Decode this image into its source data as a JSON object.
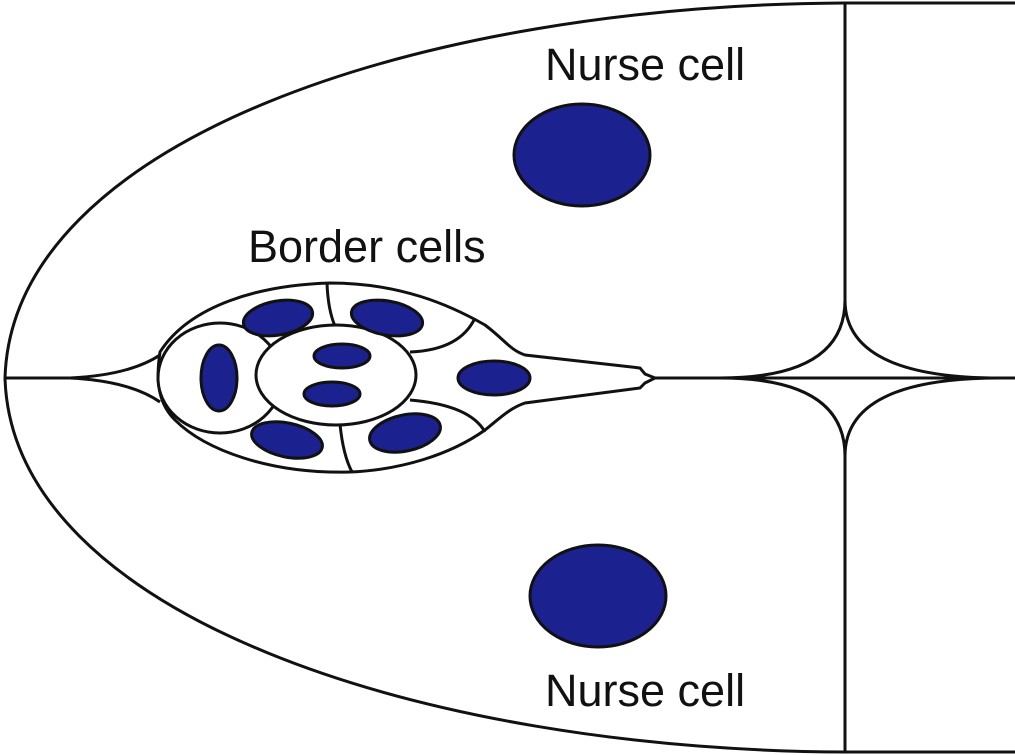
{
  "labels": {
    "nurse_cell_top": "Nurse cell",
    "border_cells": "Border cells",
    "nurse_cell_bottom": "Nurse cell"
  },
  "colors": {
    "nucleus": "#1c2190",
    "outline": "#111111"
  }
}
